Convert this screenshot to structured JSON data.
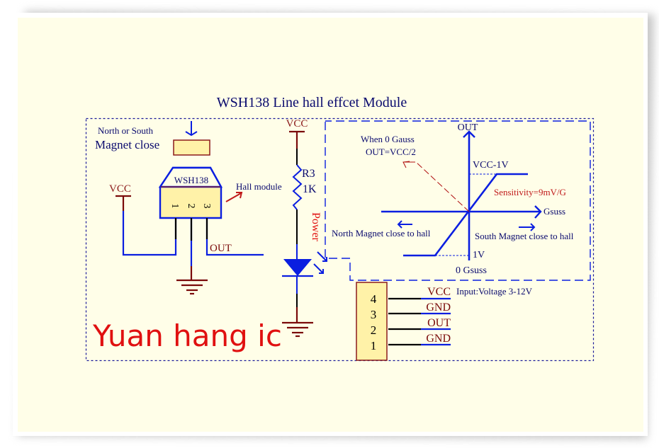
{
  "title": "WSH138 Line hall effcet Module",
  "colors": {
    "background": "#fffee8",
    "wire_blue": "#0a1ee0",
    "wire_dark": "#000000",
    "power_red": "#7a0a0a",
    "label_navy": "#0a0a6e",
    "accent_red": "#e01010",
    "component_fill": "#fff2a8"
  },
  "magnet": {
    "line1": "North or South",
    "line2": "Magnet close"
  },
  "sensor": {
    "name": "WSH138",
    "pins": [
      "1",
      "2",
      "3"
    ],
    "annotation": "Hall module",
    "vcc_label": "VCC",
    "out_label": "OUT"
  },
  "led_branch": {
    "vcc_label": "VCC",
    "resistor_ref": "R3",
    "resistor_value": "1K",
    "led_label": "Power"
  },
  "graph": {
    "y_axis_label": "OUT",
    "x_axis_label": "Gsuss",
    "high_level_label": "VCC-1V",
    "low_level_label": "1V",
    "origin_label": "0 Gsuss",
    "zero_note_line1": "When 0 Gauss",
    "zero_note_line2": "OUT=VCC/2",
    "sensitivity_label": "Sensitivity=9mV/G",
    "north_label": "North Magnet close to hall",
    "south_label": "South Magnet close to hall"
  },
  "connector": {
    "pins": [
      {
        "number": "4",
        "signal": "VCC"
      },
      {
        "number": "3",
        "signal": "GND"
      },
      {
        "number": "2",
        "signal": "OUT"
      },
      {
        "number": "1",
        "signal": "GND"
      }
    ],
    "input_note": "Input:Voltage 3-12V"
  },
  "watermark": "Yuan hang ic"
}
